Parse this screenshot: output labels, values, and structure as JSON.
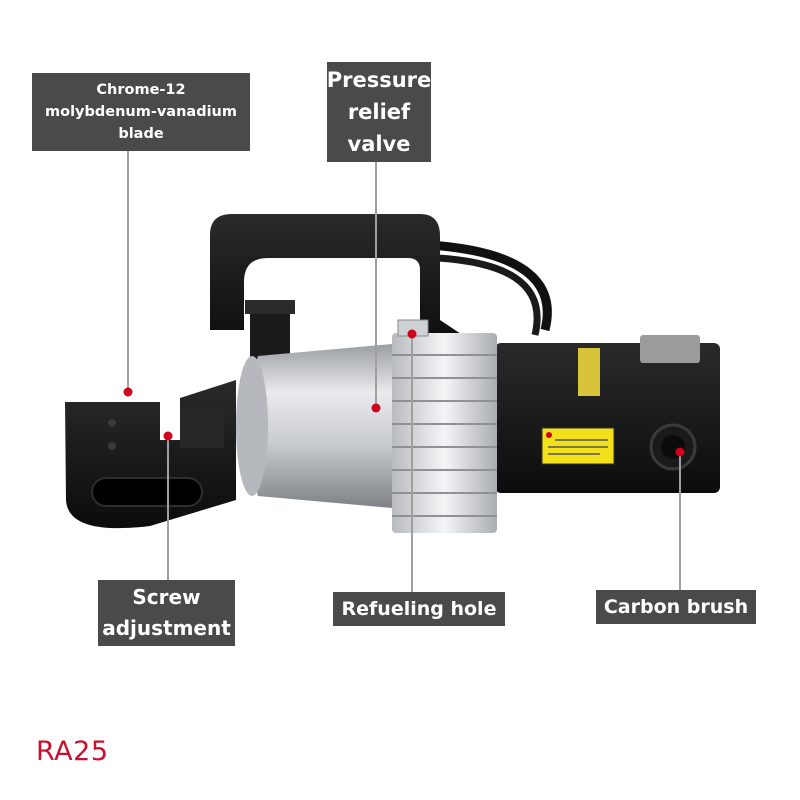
{
  "labels": {
    "blade": [
      "Chrome-12",
      "molybdenum-vanadium",
      "blade"
    ],
    "pressure_valve": [
      "Pressure",
      "relief",
      "valve"
    ],
    "screw": [
      "Screw",
      "adjustment"
    ],
    "refueling": "Refueling hole",
    "carbon_brush": "Carbon brush"
  },
  "model": "RA25",
  "colors": {
    "label_bg": "#4a4a4a",
    "marker": "#d0021b",
    "model_text": "#c8102e"
  }
}
